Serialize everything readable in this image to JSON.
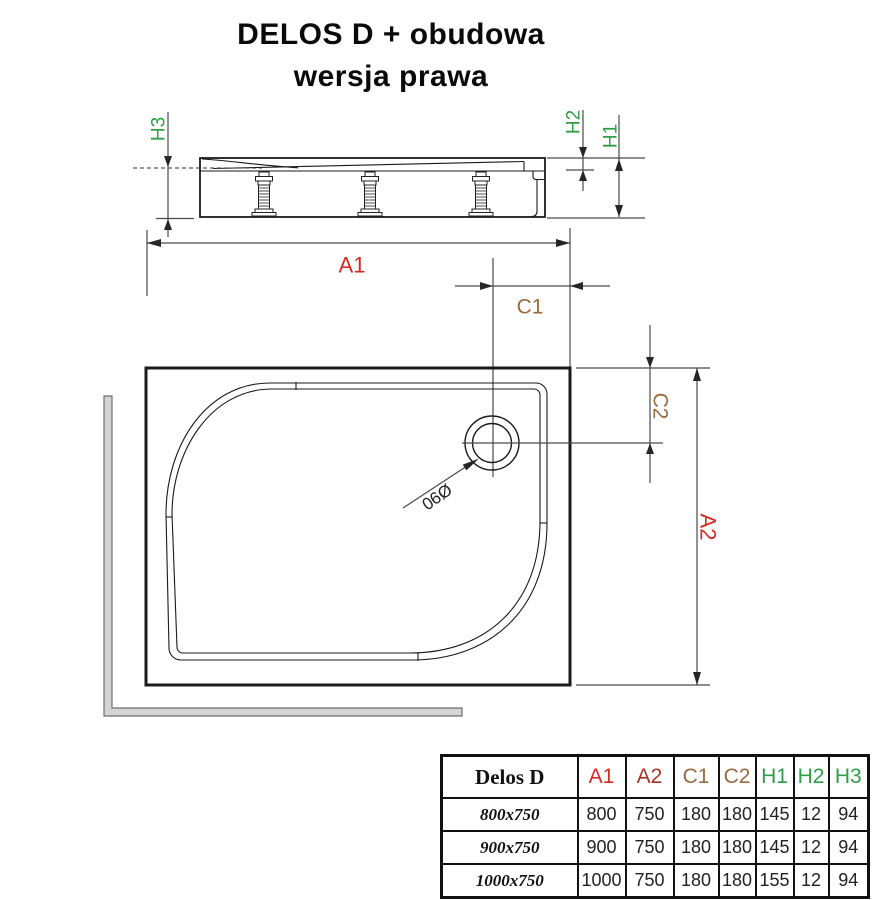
{
  "title": {
    "line1": "DELOS D + obudowa",
    "line2": "wersja prawa"
  },
  "colors": {
    "red": "#d42a24",
    "dark_red": "#a93226",
    "brown": "#9a6b3e",
    "green": "#2f9e48",
    "line": "#1b1b1b",
    "wall_fill": "#d4d4d4",
    "wall_stroke": "#6e6e6e"
  },
  "labels": {
    "a1": "A1",
    "a2": "A2",
    "c1": "C1",
    "c2": "C2",
    "h1": "H1",
    "h2": "H2",
    "h3": "H3",
    "drain_diameter": "Ø90"
  },
  "table": {
    "header": [
      "Delos D",
      "A1",
      "A2",
      "C1",
      "C2",
      "H1",
      "H2",
      "H3"
    ],
    "rows": [
      [
        "800x750",
        "800",
        "750",
        "180",
        "180",
        "145",
        "12",
        "94"
      ],
      [
        "900x750",
        "900",
        "750",
        "180",
        "180",
        "145",
        "12",
        "94"
      ],
      [
        "1000x750",
        "1000",
        "750",
        "180",
        "180",
        "155",
        "12",
        "94"
      ]
    ]
  }
}
